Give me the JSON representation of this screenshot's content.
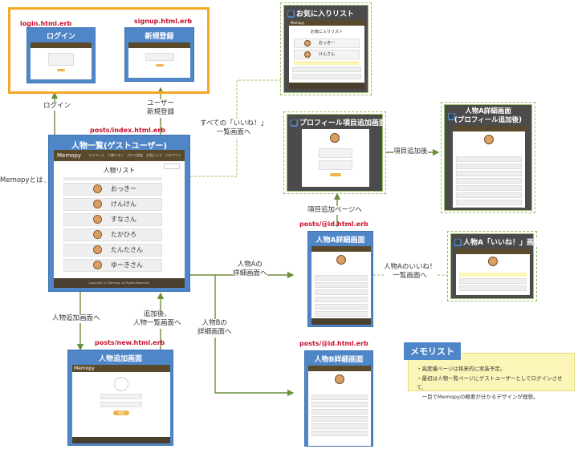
{
  "files": {
    "login": "login.html.erb",
    "signup": "signup.html.erb",
    "index": "posts/index.html.erb",
    "new": "posts/new.html.erb",
    "show_a": "posts/@id.html.erb",
    "show_b": "posts/@id.html.erb"
  },
  "screens": {
    "login": "ログイン",
    "signup": "新規登録",
    "index": "人物一覧(ゲストユーザー)",
    "new": "人物追加画面",
    "show_a": "人物A詳細画面",
    "show_b": "人物B詳細画面",
    "favorites": "お気に入りリスト",
    "add_item": "プロフィール項目追加画面",
    "a_after_line1": "人物A詳細画面",
    "a_after_line2": "(プロフィール追加後)",
    "a_likes": "人物A「いいね！」画面"
  },
  "edges": {
    "login": "ログイン",
    "signup": "ユーザー\n新規登録",
    "likes_list": "すべての「いいね！」\n一覧画面へ",
    "about": "Memopyとは",
    "add_page": "項目追加ページへ",
    "after_add": "項目追加後",
    "to_a": "人物Aの\n詳細画面へ",
    "to_b": "人物Bの\n詳細画面へ",
    "a_likes": "人物Aのいいね！\n一覧画面へ",
    "to_new": "人物追加画面へ",
    "back_index": "追加後、\n人物一覧画面へ"
  },
  "index_screen": {
    "brand": "Memopy",
    "nav": "マイページ　人物リスト　プロフ追加　お気に入り　ログアウト",
    "heading": "人物リスト",
    "people": [
      "おっきー",
      "けんけん",
      "すなさん",
      "たかひろ",
      "たんたさん",
      "ゆーきさん"
    ],
    "footer": "Copyright (C) Memopy. All Rights Reserved."
  },
  "favorites_screen": {
    "brand": "Memopy",
    "heading": "お気に入りリスト",
    "people": [
      "おっきー",
      "けんさん"
    ]
  },
  "new_screen": {
    "brand": "Memopy",
    "button": "追加"
  },
  "memo": {
    "title": "メモリスト",
    "items": [
      "・高度撮ページは将来的に実装予定。",
      "・最初は人物一覧ページにゲストユーザーとしてログインさせて、",
      "　一目でMemopyの概要が分かるデザインが理想。"
    ]
  },
  "colors": {
    "frame_blue": "#4f86c8",
    "frame_dark": "#4b4b4b",
    "highlight_orange": "#f5a623",
    "connector_green": "#6b8e3d",
    "filename_red": "#c8102e"
  }
}
